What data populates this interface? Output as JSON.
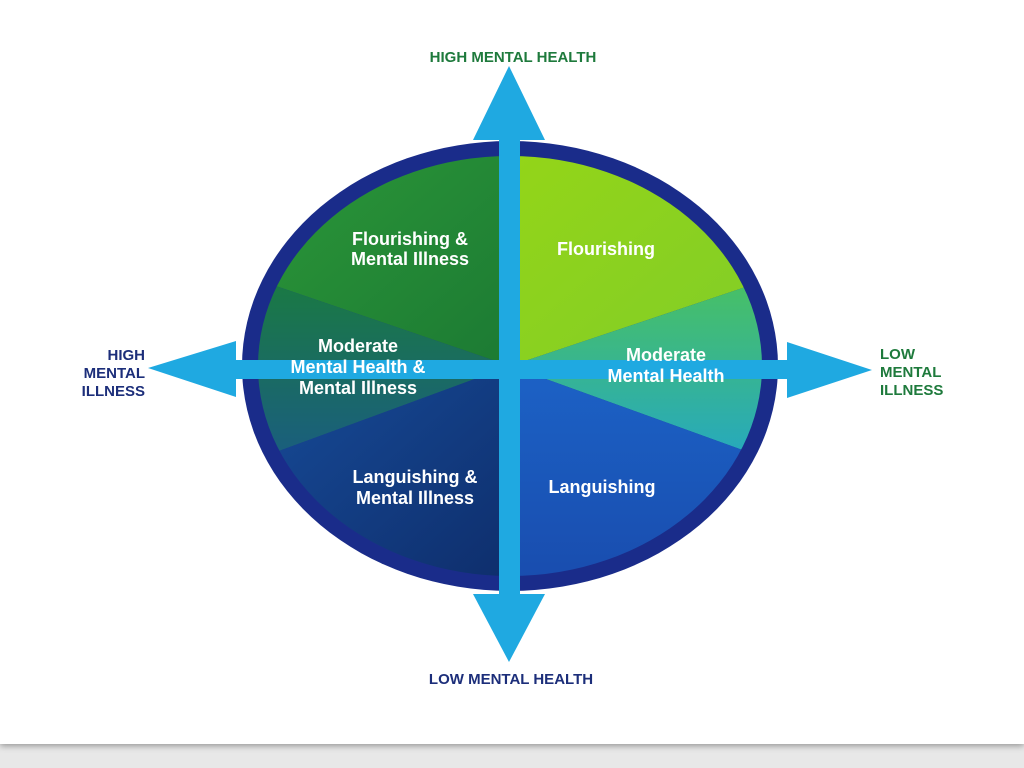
{
  "axes": {
    "top": "HIGH MENTAL HEALTH",
    "bottom": "LOW MENTAL HEALTH",
    "left": [
      "HIGH",
      "MENTAL",
      "ILLNESS"
    ],
    "right": [
      "LOW",
      "MENTAL",
      "ILLNESS"
    ]
  },
  "quadrants": {
    "top_left": [
      "Flourishing &",
      "Mental Illness"
    ],
    "top_right": [
      "Flourishing"
    ],
    "mid_left": [
      "Moderate",
      "Mental Health &",
      "Mental Illness"
    ],
    "mid_right": [
      "Moderate",
      "Mental Health"
    ],
    "bottom_left": [
      "Languishing &",
      "Mental Illness"
    ],
    "bottom_right": [
      "Languishing"
    ]
  },
  "colors": {
    "top_label": "#1e7a3c",
    "left_label": "#1c2e7a",
    "bottom_label": "#1c2e7a",
    "right_label": "#1e7a3c",
    "arrow": "#1fa9e1",
    "ring": "#1a2c8a"
  }
}
